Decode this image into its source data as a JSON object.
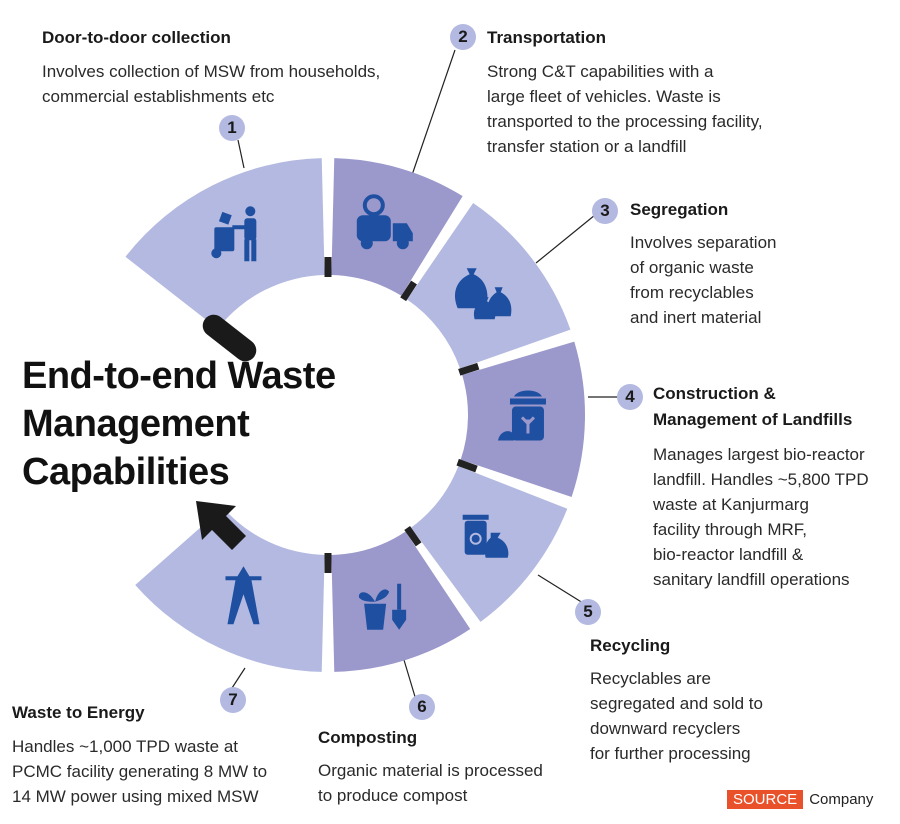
{
  "headline": [
    "End-to-end Waste",
    "Management",
    "Capabilities"
  ],
  "colors": {
    "light": "#b3b9e0",
    "dark": "#9b98cb",
    "icon": "#1e4fa0",
    "badge": "#b3b9e0",
    "source": "#e8512a"
  },
  "steps": [
    {
      "num": "1",
      "title": "Door-to-door collection",
      "title2": "",
      "body": [
        "Involves collection of MSW from households,",
        "commercial establishments etc"
      ],
      "icon": "waste-collector-icon"
    },
    {
      "num": "2",
      "title": "Transportation",
      "title2": "",
      "body": [
        "Strong C&T capabilities with a",
        "large fleet of vehicles. Waste is",
        "transported to the processing facility,",
        "transfer station or a landfill"
      ],
      "icon": "truck-icon"
    },
    {
      "num": "3",
      "title": "Segregation",
      "title2": "",
      "body": [
        "Involves separation",
        "of organic waste",
        "from recyclables",
        "and inert material"
      ],
      "icon": "garbage-bags-icon"
    },
    {
      "num": "4",
      "title": "Construction &",
      "title2": "Management of Landfills",
      "body": [
        "Manages largest bio-reactor",
        "landfill. Handles ~5,800 TPD",
        "waste at Kanjurmarg",
        "facility through MRF,",
        "bio-reactor landfill &",
        "sanitary landfill operations"
      ],
      "icon": "landfill-sack-icon"
    },
    {
      "num": "5",
      "title": "Recycling",
      "title2": "",
      "body": [
        "Recyclables are",
        "segregated and sold to",
        "downward recyclers",
        "for further processing"
      ],
      "icon": "recycle-bin-icon"
    },
    {
      "num": "6",
      "title": "Composting",
      "title2": "",
      "body": [
        "Organic material is processed",
        "to produce compost"
      ],
      "icon": "plant-shovel-icon"
    },
    {
      "num": "7",
      "title": "Waste to Energy",
      "title2": "",
      "body": [
        "Handles ~1,000 TPD waste at",
        "PCMC facility generating 8 MW to",
        "14 MW power using mixed MSW"
      ],
      "icon": "power-tower-icon"
    }
  ],
  "source": {
    "label": "SOURCE",
    "value": "Company"
  }
}
